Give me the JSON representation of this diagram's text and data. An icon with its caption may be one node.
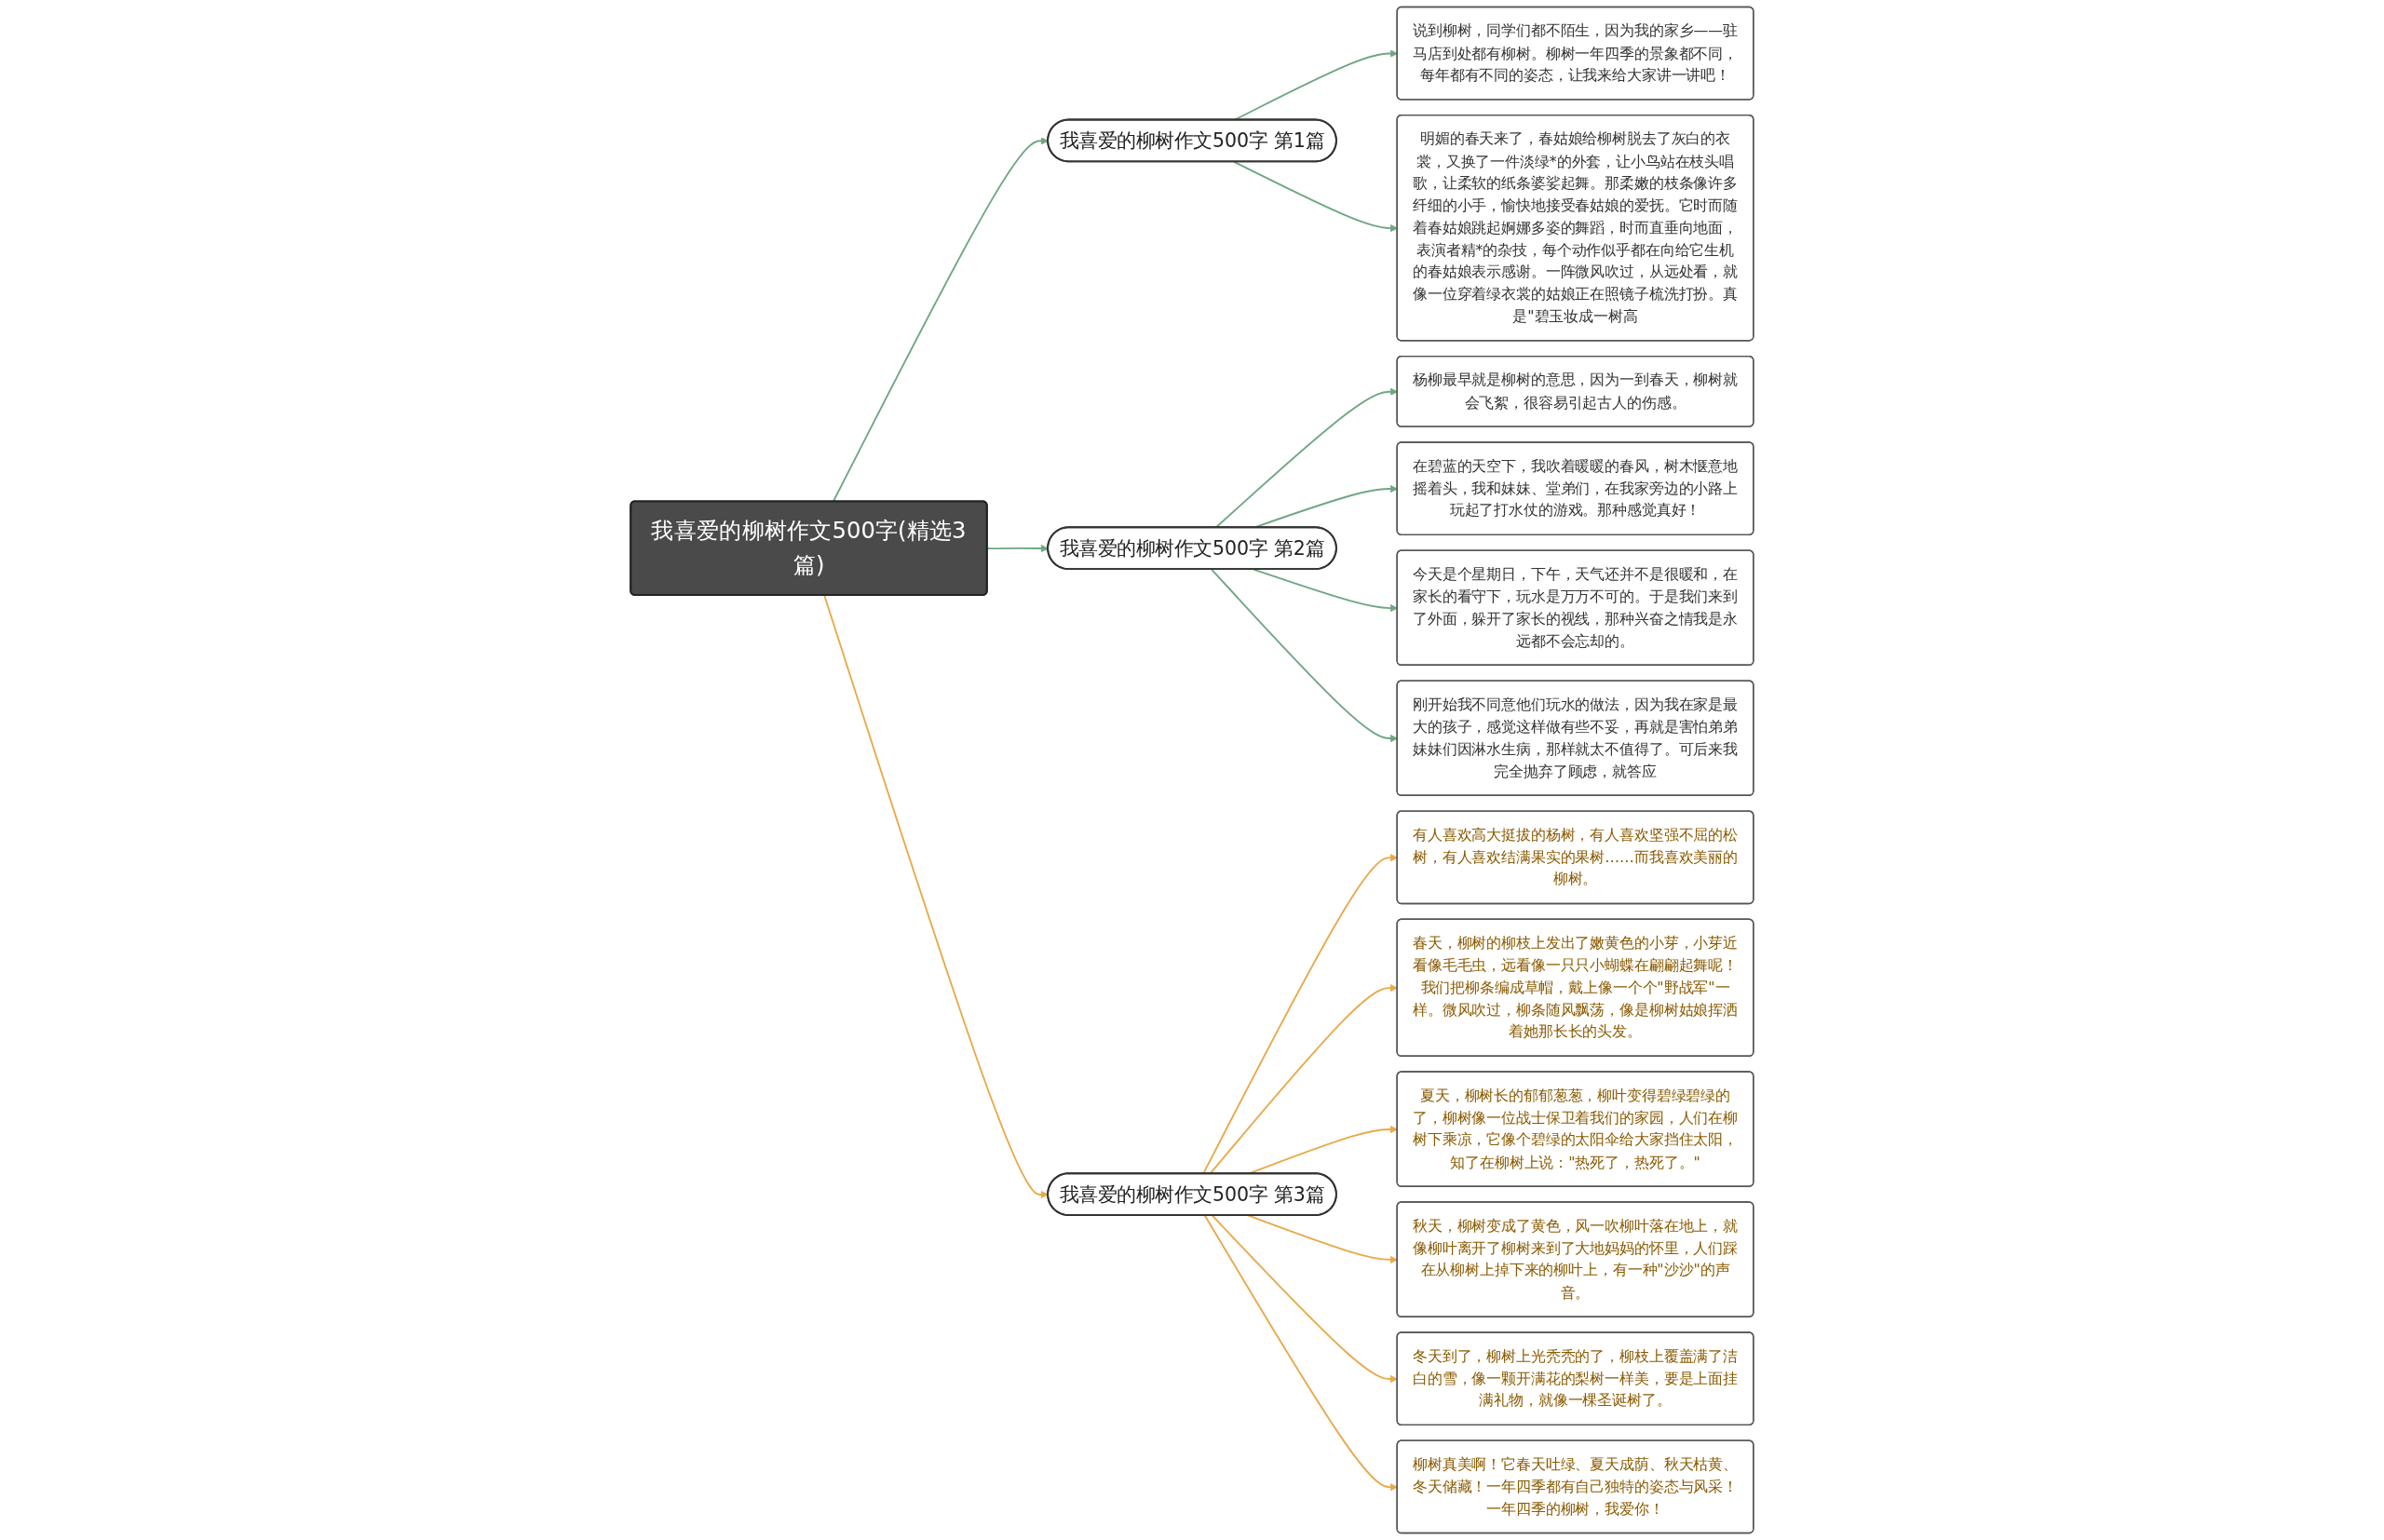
{
  "diagram": {
    "nodes": [
      {
        "text": [
          "我喜爱的柳树作文500字(精选3篇)"
        ]
      },
      {
        "text": [
          "我喜爱的柳树作文500字 第1篇"
        ]
      },
      {
        "text": [
          "说到柳树，同学们都不陌生，因为我的家乡——驻马店到处都有柳树。柳树一年四季的景象都不同，每年都有不同的姿态，让我来给大家讲一讲吧！"
        ]
      },
      {
        "text": [
          "明媚的春天来了，春姑娘给柳树脱去了灰白的衣裳，又换了一件淡绿*的外套，让小鸟站在枝头唱歌，让柔软的纸条婆娑起舞。那柔嫩的枝条像许多纤细的小手，愉快地接受春姑娘的爱抚。它时而随着春姑娘跳起婀娜多姿的舞蹈，时而直垂向地面，表演者精*的杂技，每个动作似乎都在向给它生机的春姑娘表示感谢。一阵微风吹过，从远处看，就像一位穿着绿衣裳的姑娘正在照镜子梳洗打扮。真是\"碧玉妆成一树高"
        ]
      },
      {
        "text": [
          "我喜爱的柳树作文500字 第2篇"
        ]
      },
      {
        "text": [
          "杨柳最早就是柳树的意思，因为一到春天，柳树就会飞絮，很容易引起古人的伤感。"
        ]
      },
      {
        "text": [
          "在碧蓝的天空下，我吹着暖暖的春风，树木惬意地摇着头，我和妹妹、堂弟们，在我家旁边的小路上玩起了打水仗的游戏。那种感觉真好！"
        ]
      },
      {
        "text": [
          "今天是个星期日，下午，天气还并不是很暖和，在家长的看守下，玩水是万万不可的。于是我们来到了外面，躲开了家长的视线，那种兴奋之情我是永远都不会忘却的。"
        ]
      },
      {
        "text": [
          "刚开始我不同意他们玩水的做法，因为我在家是最大的孩子，感觉这样做有些不妥，再就是害怕弟弟妹妹们因淋水生病，那样就太不值得了。可后来我完全抛弃了顾虑，就答应"
        ]
      },
      {
        "text": [
          "我喜爱的柳树作文500字 第3篇"
        ]
      },
      {
        "text": [
          "有人喜欢高大挺拔的杨树，有人喜欢坚强不屈的松树，有人喜欢结满果实的果树……而我喜欢美丽的柳树。"
        ]
      },
      {
        "text": [
          "春天，柳树的柳枝上发出了嫩黄色的小芽，小芽近看像毛毛虫，远看像一只只小蝴蝶在翩翩起舞呢！我们把柳条编成草帽，戴上像一个个\"野战军\"一样。微风吹过，柳条随风飘荡，像是柳树姑娘挥洒着她那长长的头发。"
        ]
      },
      {
        "text": [
          "夏天，柳树长的郁郁葱葱，柳叶变得碧绿碧绿的了，柳树像一位战士保卫着我们的家园，人们在柳树下乘凉，它像个碧绿的太阳伞给大家挡住太阳，知了在柳树上说：\"热死了，热死了。\""
        ]
      },
      {
        "text": [
          "秋天，柳树变成了黄色，风一吹柳叶落在地上，就像柳叶离开了柳树来到了大地妈妈的怀里，人们踩在从柳树上掉下来的柳叶上，有一种\"沙沙\"的声音。"
        ]
      },
      {
        "text": [
          "冬天到了，柳树上光秃秃的了，柳枝上覆盖满了洁白的雪，像一颗开满花的梨树一样美，要是上面挂满礼物，就像一棵圣诞树了。"
        ]
      },
      {
        "text": [
          "柳树真美啊！它春天吐绿、夏天成荫、秋天枯黄、冬天储藏！一年四季都有自己独特的姿态与风采！一年四季的柳树，我爱你！"
        ]
      }
    ],
    "edges": [
      {
        "from": 0,
        "to": 1,
        "arrow": "to"
      },
      {
        "from": 1,
        "to": 2,
        "arrow": "to"
      },
      {
        "from": 1,
        "to": 3,
        "arrow": "to"
      },
      {
        "from": 0,
        "to": 4,
        "arrow": "to"
      },
      {
        "from": 4,
        "to": 5,
        "arrow": "to"
      },
      {
        "from": 4,
        "to": 6,
        "arrow": "to"
      },
      {
        "from": 4,
        "to": 7,
        "arrow": "to"
      },
      {
        "from": 4,
        "to": 8,
        "arrow": "to"
      },
      {
        "from": 0,
        "to": 9,
        "arrow": "to",
        "color": "#e9a94b"
      },
      {
        "from": 9,
        "to": 10,
        "arrow": "to",
        "color": "#e9a94b"
      },
      {
        "from": 9,
        "to": 11,
        "arrow": "to",
        "color": "#e9a94b"
      },
      {
        "from": 9,
        "to": 12,
        "arrow": "to",
        "color": "#e9a94b"
      },
      {
        "from": 9,
        "to": 13,
        "arrow": "to",
        "color": "#e9a94b"
      },
      {
        "from": 9,
        "to": 14,
        "arrow": "to",
        "color": "#e9a94b"
      },
      {
        "from": 9,
        "to": 15,
        "arrow": "to",
        "color": "#e9a94b"
      }
    ]
  }
}
